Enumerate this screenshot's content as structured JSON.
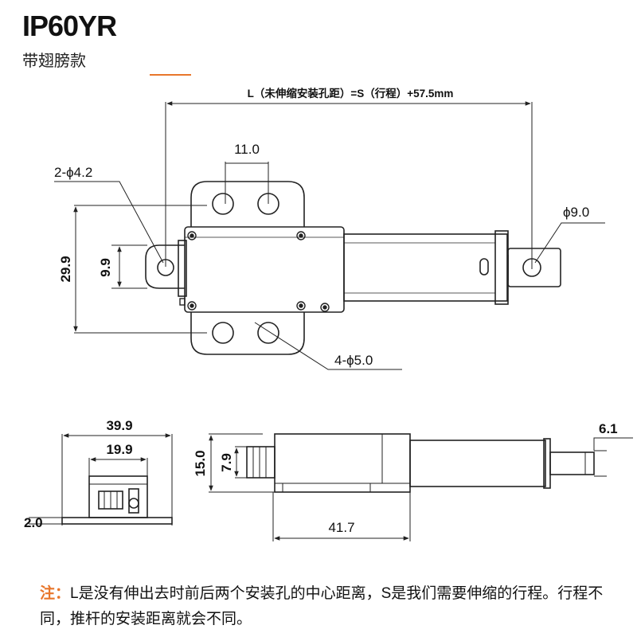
{
  "header": {
    "title": "IP60YR",
    "subtitle": "带翅膀款"
  },
  "top_view": {
    "length_formula": "L（未伸缩安装孔距）=S（行程）+57.5mm",
    "hole_spacing": "11.0",
    "end_hole": "2-ϕ4.2",
    "rod_end_hole": "ϕ9.0",
    "total_width": "29.9",
    "end_width": "9.9",
    "wing_holes": "4-ϕ5.0"
  },
  "end_view": {
    "outer_width": "39.9",
    "inner_width": "19.9",
    "flange_thickness": "2.0"
  },
  "side_view": {
    "height": "15.0",
    "end_height": "7.9",
    "rod_end": "6.1",
    "base_length": "41.7"
  },
  "note": {
    "label": "注：",
    "text": "L是没有伸出去时前后两个安装孔的中心距离，S是我们需要伸缩的行程。行程不同，推杆的安装距离就会不同。"
  },
  "colors": {
    "accent": "#e8762b",
    "line": "#222222"
  }
}
